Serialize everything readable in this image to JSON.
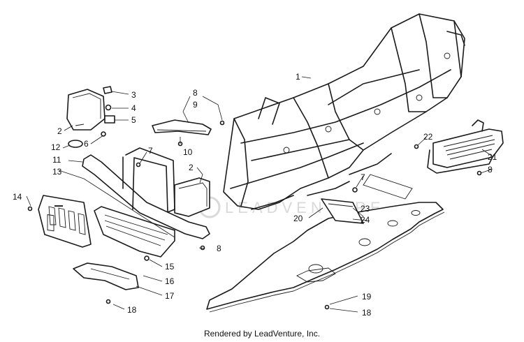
{
  "diagram": {
    "callouts": [
      {
        "id": "c1",
        "label": "1"
      },
      {
        "id": "c2a",
        "label": "2"
      },
      {
        "id": "c2b",
        "label": "2"
      },
      {
        "id": "c3",
        "label": "3"
      },
      {
        "id": "c4",
        "label": "4"
      },
      {
        "id": "c5",
        "label": "5"
      },
      {
        "id": "c6",
        "label": "6"
      },
      {
        "id": "c7a",
        "label": "7"
      },
      {
        "id": "c7b",
        "label": "7"
      },
      {
        "id": "c8a",
        "label": "8"
      },
      {
        "id": "c8b",
        "label": "8"
      },
      {
        "id": "c8c",
        "label": "8"
      },
      {
        "id": "c9",
        "label": "9"
      },
      {
        "id": "c10",
        "label": "10"
      },
      {
        "id": "c11",
        "label": "11"
      },
      {
        "id": "c12",
        "label": "12"
      },
      {
        "id": "c13",
        "label": "13"
      },
      {
        "id": "c14",
        "label": "14"
      },
      {
        "id": "c15",
        "label": "15"
      },
      {
        "id": "c16",
        "label": "16"
      },
      {
        "id": "c17",
        "label": "17"
      },
      {
        "id": "c18a",
        "label": "18"
      },
      {
        "id": "c18b",
        "label": "18"
      },
      {
        "id": "c19",
        "label": "19"
      },
      {
        "id": "c20",
        "label": "20"
      },
      {
        "id": "c21",
        "label": "21"
      },
      {
        "id": "c22",
        "label": "22"
      },
      {
        "id": "c23",
        "label": "23"
      },
      {
        "id": "c24",
        "label": "24"
      }
    ],
    "watermark": "LEADVENTURE",
    "footer": "Rendered by LeadVenture, Inc."
  }
}
